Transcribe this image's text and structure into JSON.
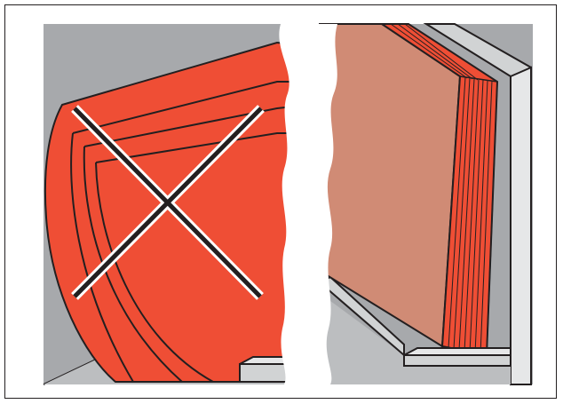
{
  "figure": {
    "colors": {
      "wall_gray": "#a7a9ac",
      "wall_light": "#d1d3d4",
      "wrong_fill": "#ef4e35",
      "correct_panel": "#d08b75",
      "correct_layers": "#ef4e35",
      "outline": "#231f20",
      "cross": "#231f20"
    },
    "left_panel": {
      "state": "incorrect",
      "marker": "cross-mark",
      "description_icon": "bulging-insulation"
    },
    "right_panel": {
      "state": "correct",
      "description_icon": "flat-layered-insulation"
    }
  }
}
